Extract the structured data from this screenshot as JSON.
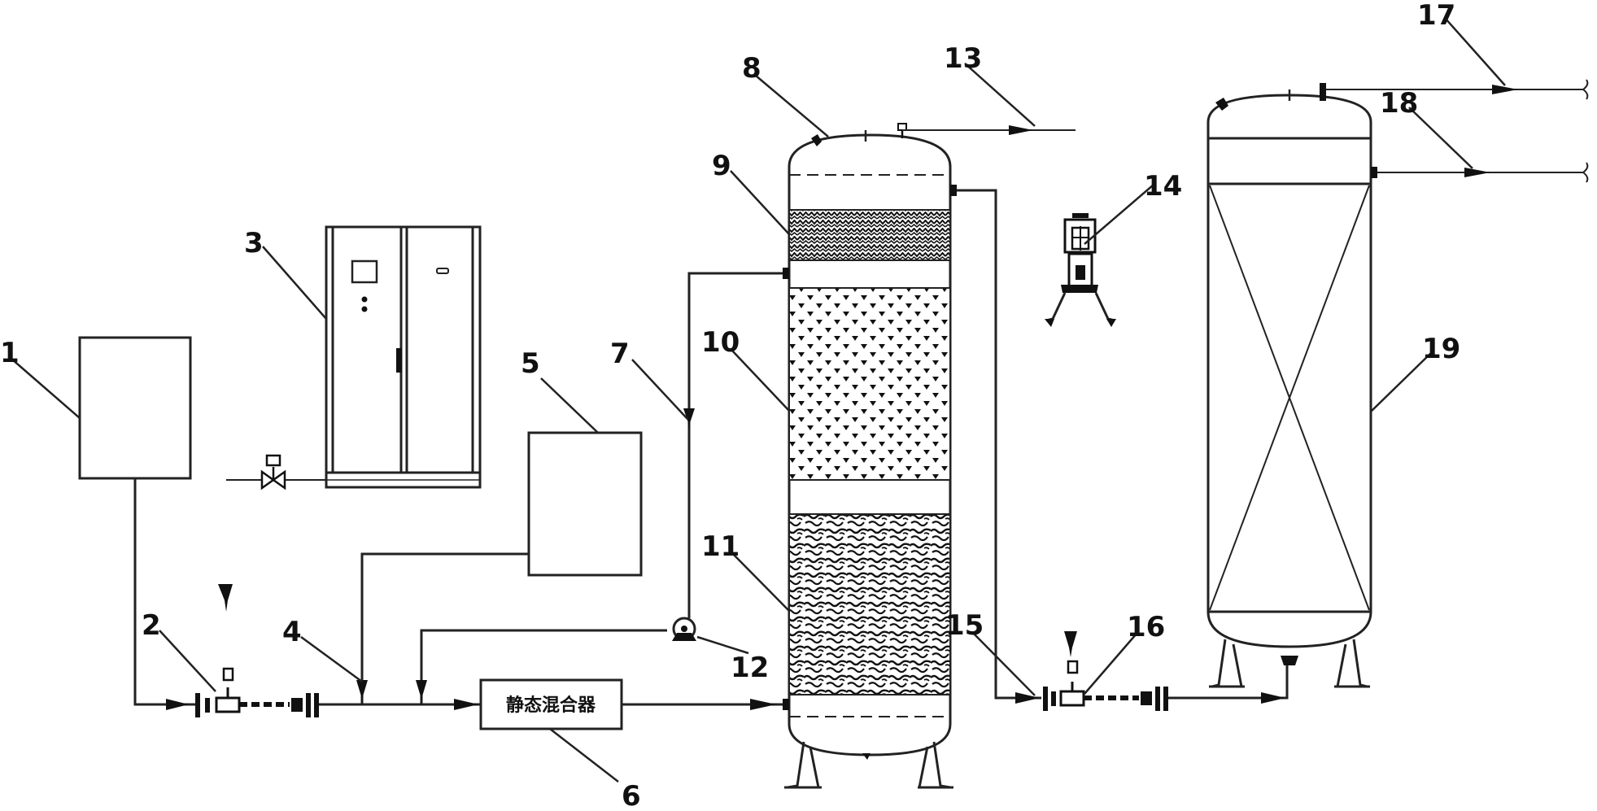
{
  "labels": {
    "l1": "1",
    "l2": "2",
    "l3": "3",
    "l4": "4",
    "l5": "5",
    "l6": "6",
    "l7": "7",
    "l8": "8",
    "l9": "9",
    "l10": "10",
    "l11": "11",
    "l12": "12",
    "l13": "13",
    "l14": "14",
    "l15": "15",
    "l16": "16",
    "l17": "17",
    "l18": "18",
    "l19": "19"
  },
  "static_mixer_text": "静态混合器"
}
